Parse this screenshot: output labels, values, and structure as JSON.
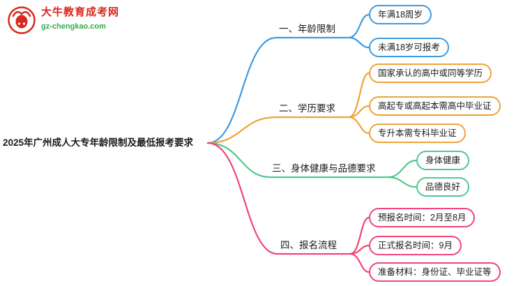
{
  "logo": {
    "title": "大牛教育成考网",
    "subtitle": "gz-chengkao.com"
  },
  "colors": {
    "branch1": "#3d9ae0",
    "branch2": "#f0a236",
    "branch3": "#4ec98f",
    "branch4": "#f24577",
    "logo_red": "#d9261f",
    "logo_green": "#35a948"
  },
  "central_topic": "2025年广州成人大专年龄限制及最低报考要求",
  "branches": [
    {
      "label": "一、年龄限制",
      "children": [
        "年满18周岁",
        "未满18岁可报考"
      ]
    },
    {
      "label": "二、学历要求",
      "children": [
        "国家承认的高中或同等学历",
        "高起专或高起本需高中毕业证",
        "专升本需专科毕业证"
      ]
    },
    {
      "label": "三、身体健康与品德要求",
      "children": [
        "身体健康",
        "品德良好"
      ]
    },
    {
      "label": "四、报名流程",
      "children": [
        "预报名时间：2月至8月",
        "正式报名时间：9月",
        "准备材料：身份证、毕业证等"
      ]
    }
  ]
}
